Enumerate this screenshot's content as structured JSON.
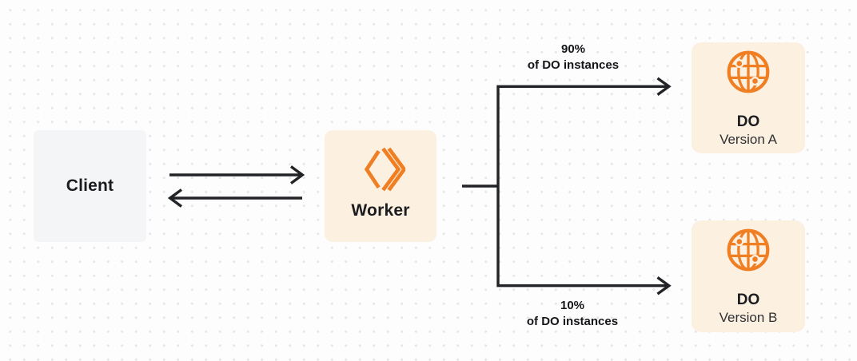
{
  "colors": {
    "background": "#fdfdfd",
    "dot_grid": "#e7e7e9",
    "connector_line": "#212327",
    "accent_orange": "#f07e23",
    "node_fill_cream": "#fcf0e1",
    "node_fill_gray": "#f4f5f6",
    "text_dark": "#1b1c1f"
  },
  "nodes": {
    "client": {
      "label": "Client"
    },
    "worker": {
      "label": "Worker",
      "icon": "workers-chevrons-icon"
    },
    "do_a": {
      "title": "DO",
      "subtitle": "Version A",
      "icon": "globe-icon"
    },
    "do_b": {
      "title": "DO",
      "subtitle": "Version B",
      "icon": "globe-icon"
    }
  },
  "edges": {
    "client_worker": {
      "type": "bidirectional-arrows"
    },
    "branch_a": {
      "percent": "90%",
      "caption": "of DO instances"
    },
    "branch_b": {
      "percent": "10%",
      "caption": "of DO instances"
    }
  }
}
